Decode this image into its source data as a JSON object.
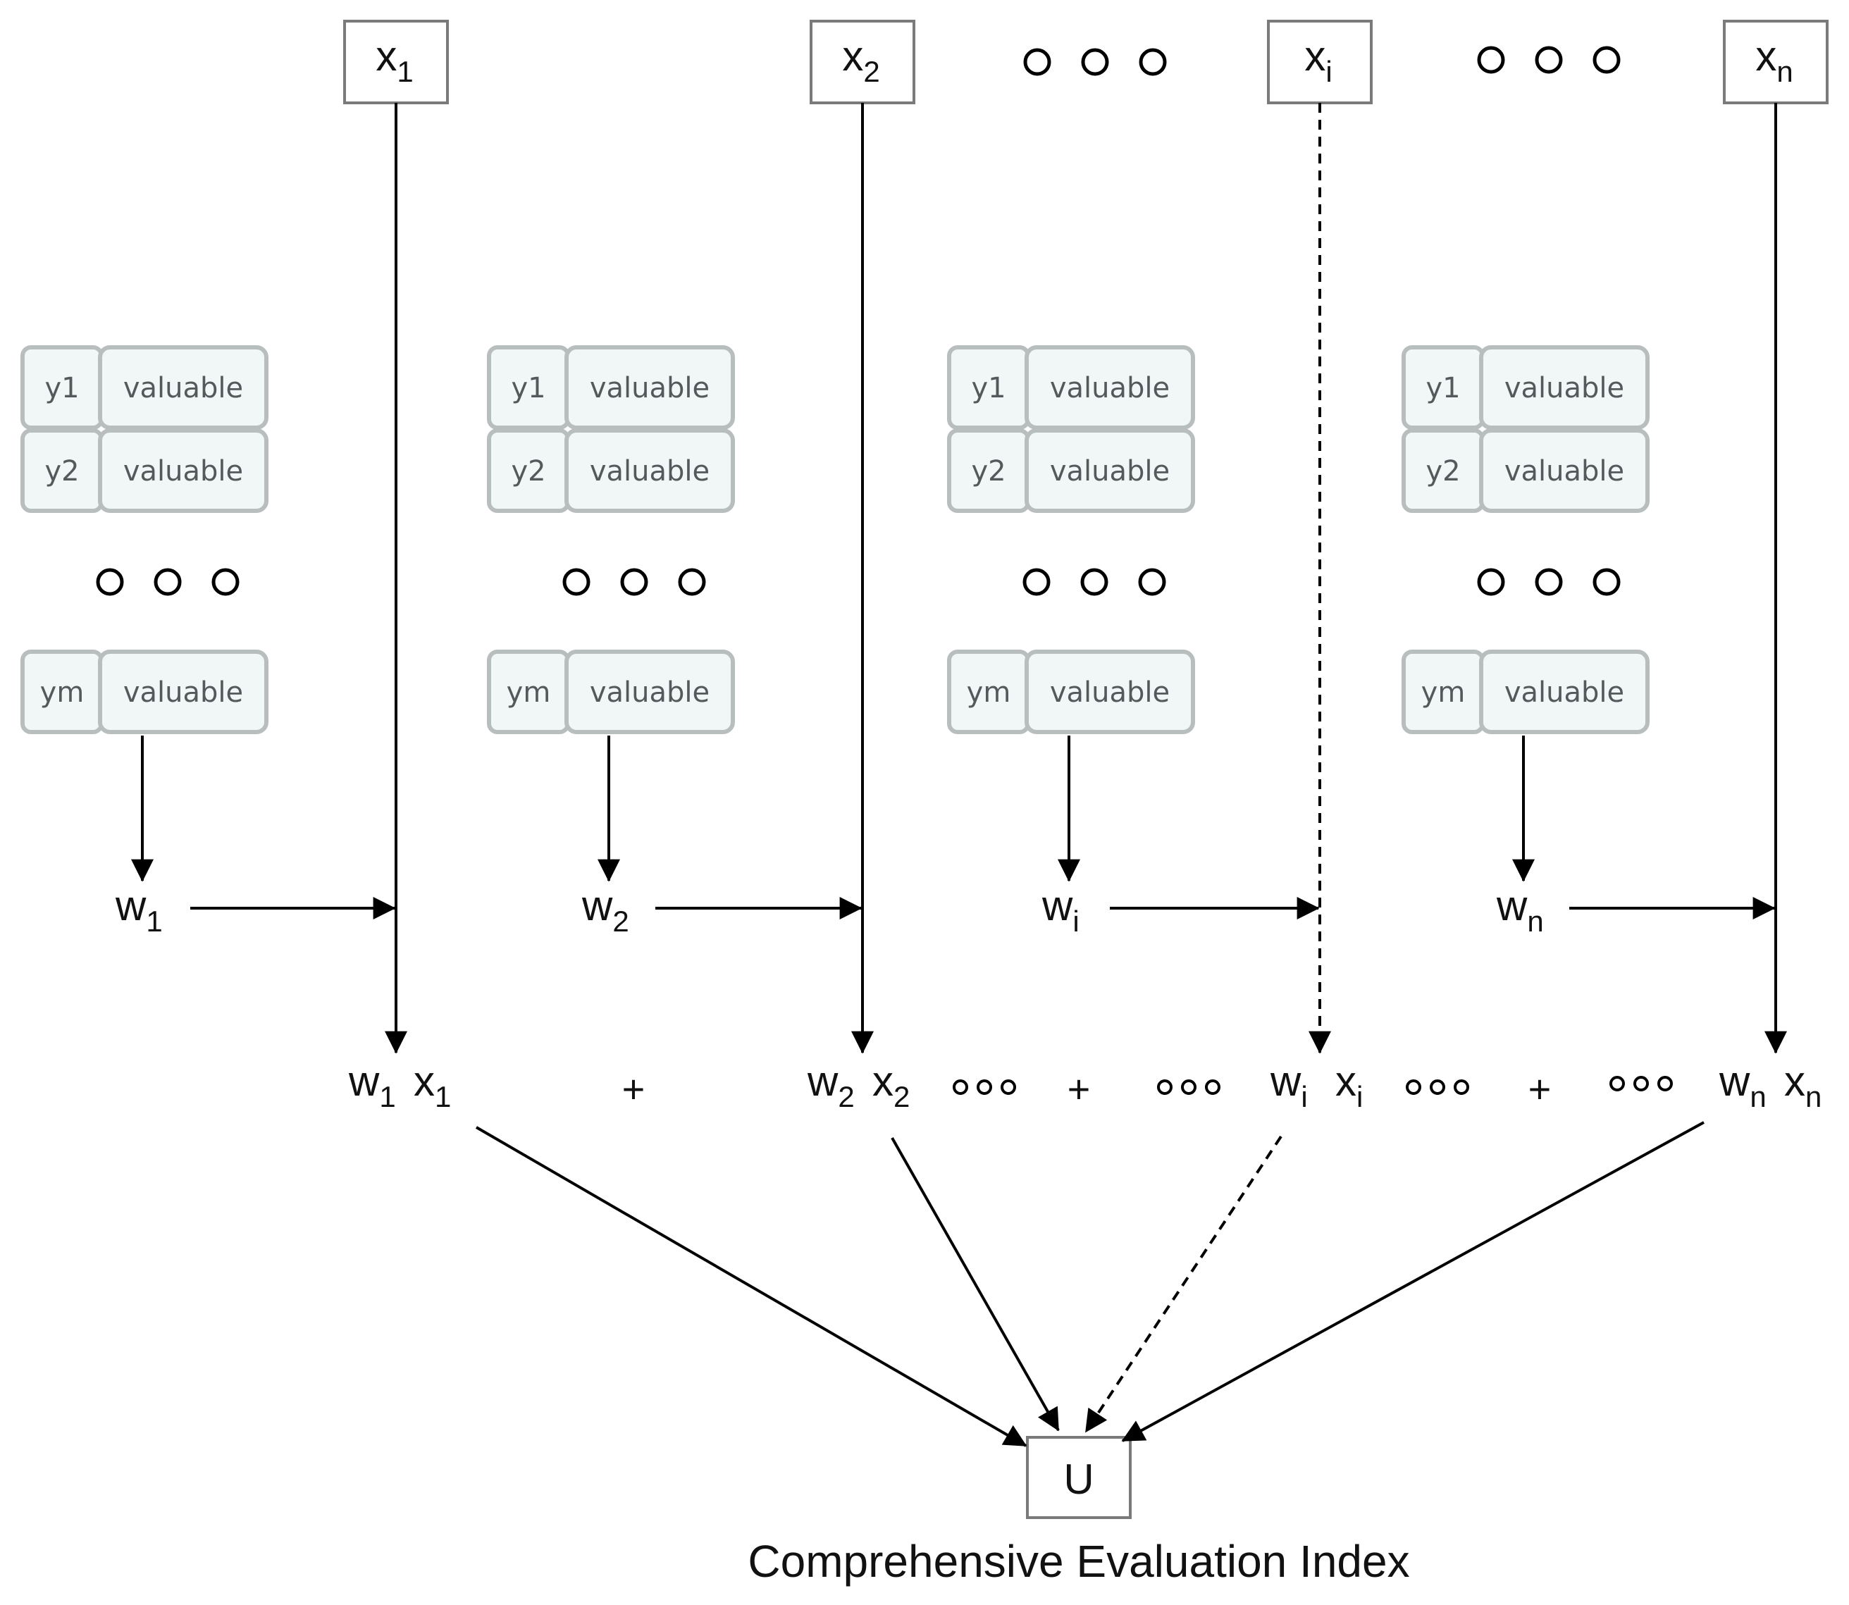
{
  "inputs": [
    {
      "id": "x1",
      "base": "x",
      "sub": "1"
    },
    {
      "id": "x2",
      "base": "x",
      "sub": "2"
    },
    {
      "id": "xi",
      "base": "x",
      "sub": "i"
    },
    {
      "id": "xn",
      "base": "x",
      "sub": "n"
    }
  ],
  "weights": [
    {
      "id": "w1",
      "base": "w",
      "sub": "1"
    },
    {
      "id": "w2",
      "base": "w",
      "sub": "2"
    },
    {
      "id": "wi",
      "base": "w",
      "sub": "i"
    },
    {
      "id": "wn",
      "base": "w",
      "sub": "n"
    }
  ],
  "indicator_rows": [
    {
      "name": "y1",
      "value": "valuable"
    },
    {
      "name": "y2",
      "value": "valuable"
    },
    {
      "name": "ym",
      "value": "valuable"
    }
  ],
  "plus_sign": "+",
  "output": {
    "label": "U",
    "caption": "Comprehensive Evaluation Index"
  }
}
